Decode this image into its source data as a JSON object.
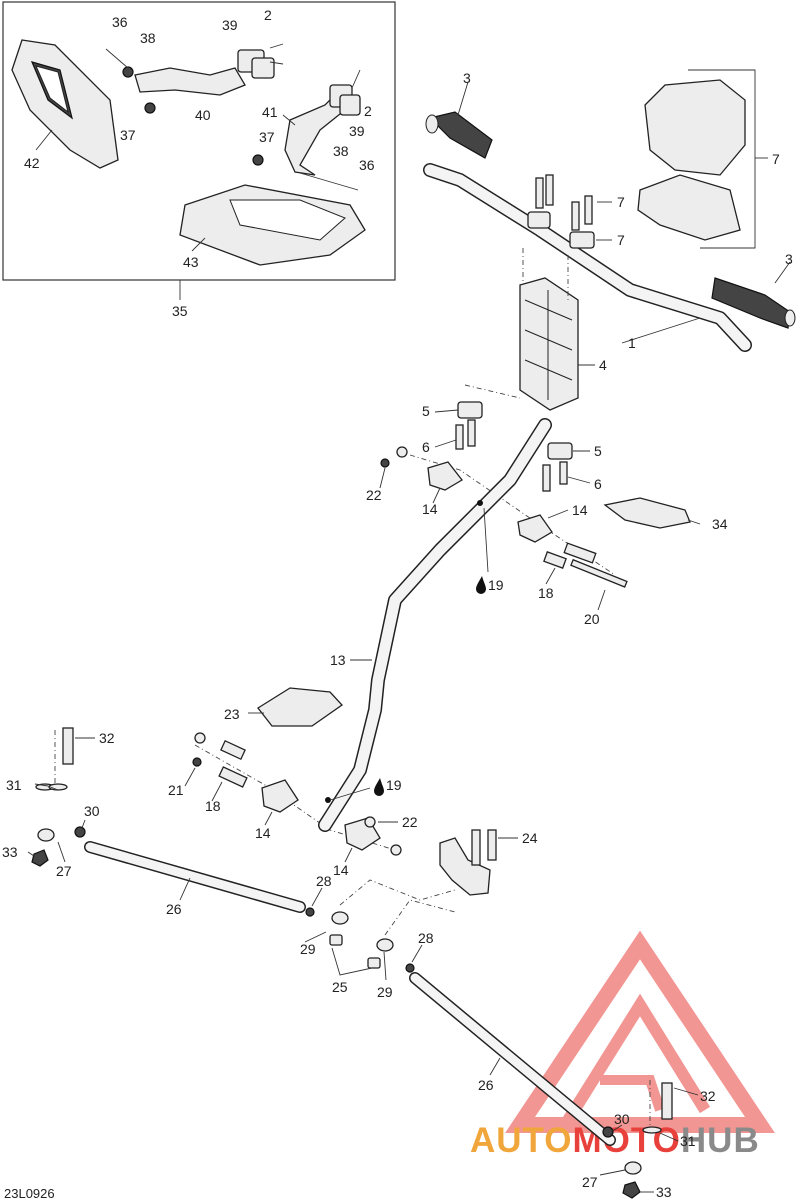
{
  "diagram": {
    "reference_code": "23L0926",
    "callouts": [
      {
        "id": "c36a",
        "text": "36"
      },
      {
        "id": "c38a",
        "text": "38"
      },
      {
        "id": "c39a",
        "text": "39"
      },
      {
        "id": "c2a",
        "text": "2"
      },
      {
        "id": "c37a",
        "text": "37"
      },
      {
        "id": "c40",
        "text": "40"
      },
      {
        "id": "c42",
        "text": "42"
      },
      {
        "id": "c41",
        "text": "41"
      },
      {
        "id": "c2b",
        "text": "2"
      },
      {
        "id": "c39b",
        "text": "39"
      },
      {
        "id": "c37b",
        "text": "37"
      },
      {
        "id": "c38b",
        "text": "38"
      },
      {
        "id": "c36b",
        "text": "36"
      },
      {
        "id": "c43",
        "text": "43"
      },
      {
        "id": "c35",
        "text": "35"
      },
      {
        "id": "c3a",
        "text": "3"
      },
      {
        "id": "c7a",
        "text": "7"
      },
      {
        "id": "c7b",
        "text": "7"
      },
      {
        "id": "c7c",
        "text": "7"
      },
      {
        "id": "c3b",
        "text": "3"
      },
      {
        "id": "c1",
        "text": "1"
      },
      {
        "id": "c4",
        "text": "4"
      },
      {
        "id": "c5a",
        "text": "5"
      },
      {
        "id": "c6a",
        "text": "6"
      },
      {
        "id": "c5b",
        "text": "5"
      },
      {
        "id": "c6b",
        "text": "6"
      },
      {
        "id": "c22a",
        "text": "22"
      },
      {
        "id": "c14a",
        "text": "14"
      },
      {
        "id": "c14b",
        "text": "14"
      },
      {
        "id": "c34",
        "text": "34"
      },
      {
        "id": "c19a",
        "text": "19"
      },
      {
        "id": "c18a",
        "text": "18"
      },
      {
        "id": "c20",
        "text": "20"
      },
      {
        "id": "c13",
        "text": "13"
      },
      {
        "id": "c23",
        "text": "23"
      },
      {
        "id": "c32a",
        "text": "32"
      },
      {
        "id": "c19b",
        "text": "19"
      },
      {
        "id": "c31a",
        "text": "31"
      },
      {
        "id": "c21",
        "text": "21"
      },
      {
        "id": "c18b",
        "text": "18"
      },
      {
        "id": "c30a",
        "text": "30"
      },
      {
        "id": "c22b",
        "text": "22"
      },
      {
        "id": "c33a",
        "text": "33"
      },
      {
        "id": "c27a",
        "text": "27"
      },
      {
        "id": "c14c",
        "text": "14"
      },
      {
        "id": "c14d",
        "text": "14"
      },
      {
        "id": "c24",
        "text": "24"
      },
      {
        "id": "c26a",
        "text": "26"
      },
      {
        "id": "c28a",
        "text": "28"
      },
      {
        "id": "c29a",
        "text": "29"
      },
      {
        "id": "c28b",
        "text": "28"
      },
      {
        "id": "c25",
        "text": "25"
      },
      {
        "id": "c29b",
        "text": "29"
      },
      {
        "id": "c26b",
        "text": "26"
      },
      {
        "id": "c32b",
        "text": "32"
      },
      {
        "id": "c30b",
        "text": "30"
      },
      {
        "id": "c31b",
        "text": "31"
      },
      {
        "id": "c27b",
        "text": "27"
      },
      {
        "id": "c33b",
        "text": "33"
      }
    ]
  },
  "watermark": {
    "part1": "AUTO",
    "part2": "MOTO",
    "part3": "HUB",
    "colors": {
      "red": "#e8413c",
      "orange": "#f0a63a",
      "gray": "#8a8a8a"
    }
  },
  "icons": {
    "lubricant_icon": "oil-drop-icon"
  }
}
